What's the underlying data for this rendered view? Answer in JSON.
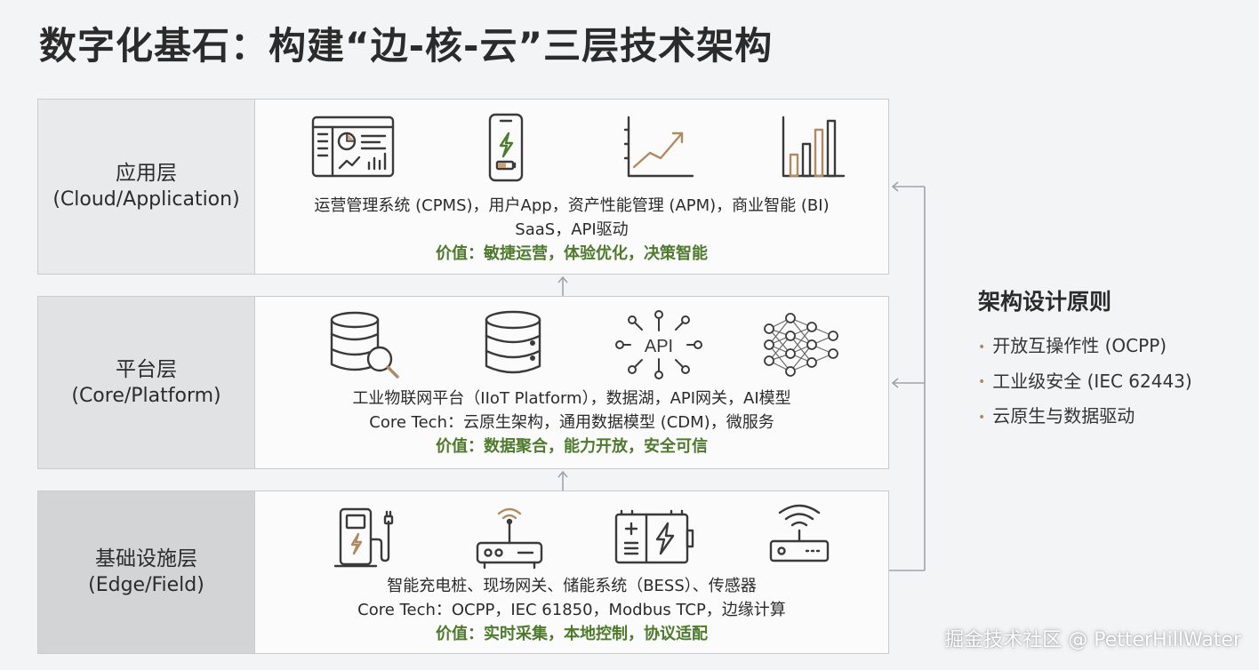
{
  "title": "数字化基石：构建“边-核-云”三层技术架构",
  "layers": [
    {
      "name_cn": "应用层",
      "name_en": "(Cloud/Application)",
      "line1": "运营管理系统 (CPMS)，用户App，资产性能管理 (APM)，商业智能 (BI)",
      "line2": "SaaS，API驱动",
      "value": "价值：敏捷运营，体验优化，决策智能",
      "icons": [
        "dashboard-icon",
        "mobile-charging-icon",
        "growth-chart-icon",
        "bar-chart-icon"
      ]
    },
    {
      "name_cn": "平台层",
      "name_en": "(Core/Platform)",
      "line1": "工业物联网平台（IIoT Platform），数据湖，API网关，AI模型",
      "line2": "Core Tech：云原生架构，通用数据模型 (CDM)，微服务",
      "value": "价值：数据聚合，能力开放，安全可信",
      "icons": [
        "database-search-icon",
        "database-icon",
        "api-icon",
        "neural-network-icon"
      ],
      "api_text": "API"
    },
    {
      "name_cn": "基础设施层",
      "name_en": "(Edge/Field)",
      "line1": "智能充电桩、现场网关、储能系统（BESS）、传感器",
      "line2": "Core Tech：OCPP，IEC 61850，Modbus TCP，边缘计算",
      "value": "价值：实时采集，本地控制，协议适配",
      "icons": [
        "charging-station-icon",
        "gateway-router-icon",
        "battery-storage-icon",
        "wifi-sensor-icon"
      ]
    }
  ],
  "principles": {
    "heading": "架构设计原则",
    "items": [
      "开放互操作性 (OCPP)",
      "工业级安全 (IEC 62443)",
      "云原生与数据驱动"
    ]
  },
  "watermark": "掘金技术社区 @ PetterHillWater",
  "colors": {
    "value_green": "#4e7a2e",
    "accent_amber": "#b08a62",
    "icon_dark": "#3a3a3a",
    "label_bg_top": "#e9eaeb",
    "label_bg_mid": "#e1e2e3",
    "label_bg_bottom": "#d2d4d6"
  }
}
